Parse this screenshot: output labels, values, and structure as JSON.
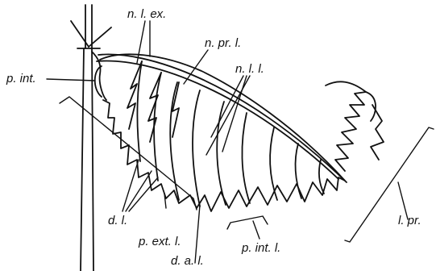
{
  "labels": {
    "nervure_lobe_exterior": "n. l. ex.",
    "nervure_principal_lobe": "n. pr. l.",
    "nervure_lobe_lateral": "n. l. l.",
    "p_int": "p. int.",
    "d_l": "d. l.",
    "p_ext_l": "p. ext. l.",
    "d_a_l": "d. a. l.",
    "p_int_l": "p. int. l.",
    "l_pr": "l. pr."
  },
  "colors": {
    "ink": "#111111",
    "background": "#ffffff"
  }
}
